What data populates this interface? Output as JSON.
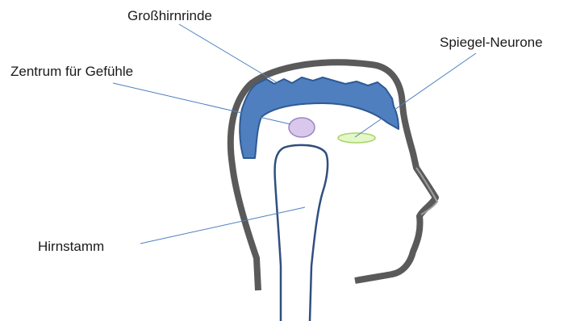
{
  "labels": {
    "cortex": "Großhirnrinde",
    "mirror_neurons": "Spiegel-Neurone",
    "emotion_center": "Zentrum für Gefühle",
    "brainstem": "Hirnstamm"
  },
  "colors": {
    "head_outline": "#5a5a5a",
    "cortex_fill": "#4f7fbf",
    "cortex_stroke": "#2e5a94",
    "emotion_center_fill": "#d9c8ec",
    "emotion_center_stroke": "#9b86c2",
    "mirror_neurons_fill": "#e4f7c6",
    "mirror_neurons_stroke": "#a9d46a",
    "brainstem_stroke": "#2f4f7f",
    "leader_line": "#4f81bd"
  }
}
